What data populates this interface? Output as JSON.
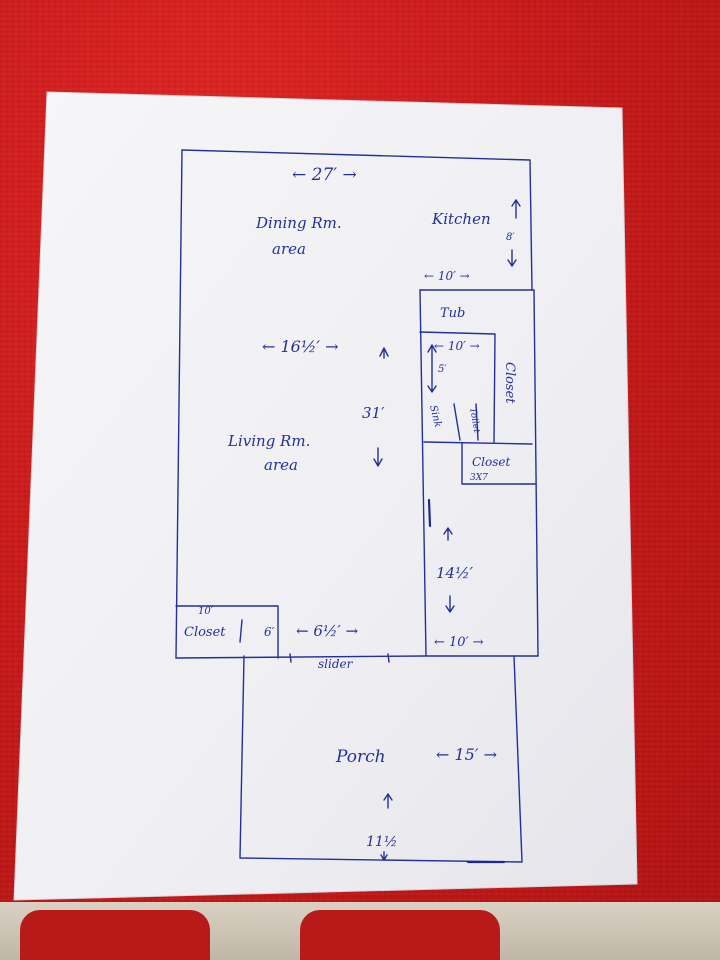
{
  "plan": {
    "top_width": "← 27′ →",
    "dining_line1": "Dining Rm.",
    "dining_line2": "area",
    "kitchen": "Kitchen",
    "kitchen_depth": "8′",
    "kitchen_width": "← 10′ →",
    "tub": "Tub",
    "living_width": "← 16½′ →",
    "bath_width": "← 10′ →",
    "bath_depth": "5′",
    "closet_right": "Closet",
    "sink": "Sink",
    "toilet": "Toilet",
    "overall_length": "31′",
    "living_line1": "Living Rm.",
    "living_line2": "area",
    "closet_small": "Closet",
    "closet_small_size": "3X7",
    "bedroom_length": "14½′",
    "closet_bottom": "Closet",
    "closet_bottom_width": "10′",
    "closet_bottom_depth": "6′",
    "entry_width": "← 6½′ →",
    "bedroom_width": "← 10′ →",
    "slider": "slider",
    "porch": "Porch",
    "porch_width": "← 15′ →",
    "porch_depth": "11½"
  },
  "colors": {
    "ink": "#23309a",
    "paper": "#f3f3f6",
    "tablecloth": "#c91a1a"
  }
}
